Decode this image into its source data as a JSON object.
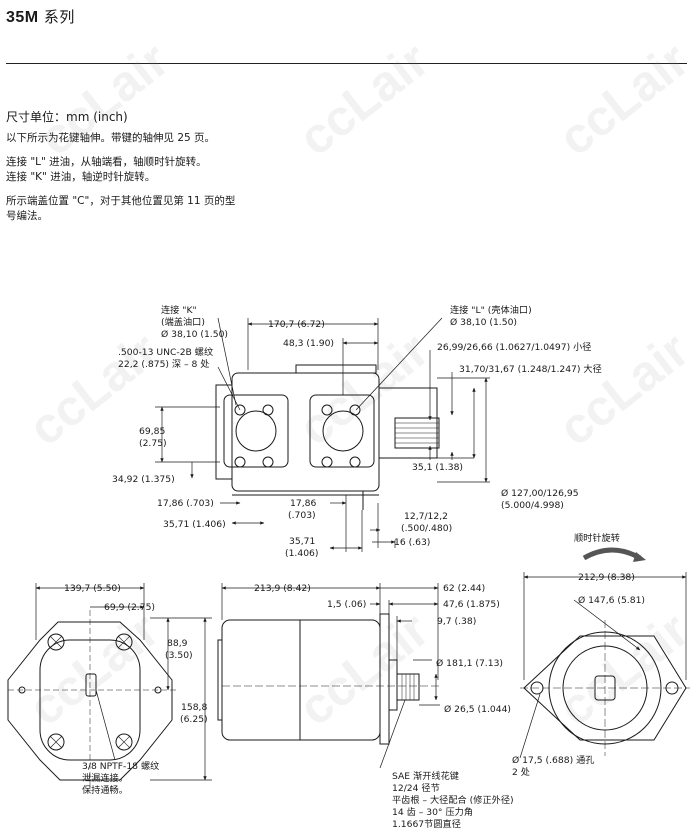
{
  "header": {
    "model": "35M",
    "series": "系列"
  },
  "intro": {
    "unit_label": "尺寸单位：mm (inch)",
    "para1": "以下所示为花键轴伸。带键的轴伸见 25 页。",
    "para2_line1": "连接 \"L\" 进油，从轴端看，轴顺时针旋转。",
    "para2_line2": "连接 \"K\" 进油，轴逆时针旋转。",
    "para3": "所示端盖位置 \"C\"，对于其他位置见第 11 页的型号编法。"
  },
  "watermark": "ccLair",
  "top_view": {
    "k_port_1": "连接 \"K\"",
    "k_port_2": "(端盖油口)",
    "k_port_3": "Ø 38,10 (1.50)",
    "thread_1": ".500-13 UNC-2B 螺纹",
    "thread_2": "22,2 (.875) 深 – 8 处",
    "l_port_1": "连接 \"L\" (壳体油口)",
    "l_port_2": "Ø 38,10 (1.50)",
    "d_170": "170,7 (6.72)",
    "d_48": "48,3 (1.90)",
    "d_minor": "26,99/26,66 (1.0627/1.0497) 小径",
    "d_major": "31,70/31,67 (1.248/1.247) 大径",
    "d_69a": "69,85",
    "d_69b": "(2.75)",
    "d_34": "34,92 (1.375)",
    "d_35_1": "35,1 (1.38)",
    "d_127a": "Ø 127,00/126,95",
    "d_127b": "(5.000/4.998)",
    "d_17a": "17,86 (.703)",
    "d_35a": "35,71 (1.406)",
    "d_17b1": "17,86",
    "d_17b2": "(.703)",
    "d_12a": "12,7/12,2",
    "d_12b": "(.500/.480)",
    "d_35b1": "35,71",
    "d_35b2": "(1.406)",
    "d_16": "16 (.63)",
    "rotation": "顺时针旋转"
  },
  "left_view": {
    "d_139": "139,7 (5.50)",
    "d_69": "69,9 (2.75)",
    "d_88a": "88,9",
    "d_88b": "(3.50)",
    "d_158a": "158,8",
    "d_158b": "(6.25)",
    "note_1": "3/8 NPTF-18 螺纹",
    "note_2": "泄漏连接。",
    "note_3": "保持通畅。"
  },
  "side_view": {
    "d_213": "213,9 (8.42)",
    "d_62": "62 (2.44)",
    "d_1_5": "1,5 (.06)",
    "d_47": "47,6 (1.875)",
    "d_9_7": "9,7 (.38)",
    "d_181": "Ø 181,1 (7.13)",
    "d_26": "Ø 26,5 (1.044)",
    "spline_1": "SAE 渐开线花键",
    "spline_2": "12/24 径节",
    "spline_3": "平齿根 – 大径配合 (修正外径)",
    "spline_4": "14 齿 – 30° 压力角",
    "spline_5": "1.1667节圆直径"
  },
  "front_view": {
    "d_212": "212,9 (8.38)",
    "d_147": "Ø 147,6 (5.81)",
    "hole_1": "Ø 17,5 (.688) 通孔",
    "hole_2": "2 处"
  }
}
